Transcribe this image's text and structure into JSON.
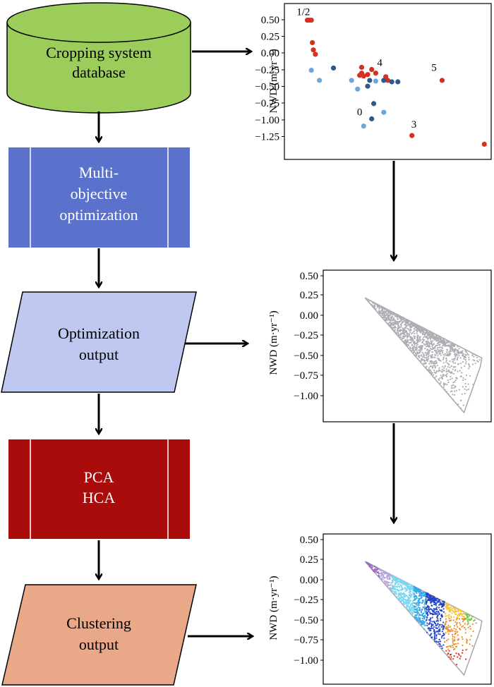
{
  "flowchart": {
    "database": {
      "line1": "Cropping system",
      "line2": "database",
      "fill": "#9ccc5a"
    },
    "optimization": {
      "line1": "Multi-",
      "line2": "objective",
      "line3": "optimization",
      "fill": "#5a72cc"
    },
    "opt_output": {
      "line1": "Optimization",
      "line2": "output",
      "fill": "#bfc8f0"
    },
    "pca_hca": {
      "line1": "PCA",
      "line2": "HCA",
      "fill": "#aa0c0c"
    },
    "clustering_output": {
      "line1": "Clustering",
      "line2": "output",
      "fill": "#e9a888"
    }
  },
  "chart_data": [
    {
      "type": "scatter",
      "ylabel": "NWD (m·yr⁻¹)",
      "yticks": [
        "0.50",
        "0.25",
        "0.00",
        "−0.25",
        "−0.50",
        "−0.75",
        "−1.00",
        "−1.25"
      ],
      "ylim": [
        -1.45,
        0.62
      ],
      "xlim": [
        0,
        100
      ],
      "annotations": [
        {
          "text": "1/2",
          "x": 8,
          "y": 0.5
        },
        {
          "text": "4",
          "x": 46,
          "y": -0.2
        },
        {
          "text": "5",
          "x": 73,
          "y": -0.27
        },
        {
          "text": "0",
          "x": 36,
          "y": -0.88
        },
        {
          "text": "3",
          "x": 63,
          "y": -1.05
        }
      ],
      "series": [
        {
          "color": "#d7301f",
          "points": [
            [
              10,
              0.43
            ],
            [
              11,
              0.43
            ],
            [
              12,
              0.43
            ],
            [
              12.5,
              0.12
            ],
            [
              13,
              0.02
            ],
            [
              14,
              -0.04
            ],
            [
              37,
              -0.22
            ],
            [
              37,
              -0.3
            ],
            [
              36,
              -0.33
            ],
            [
              38,
              -0.34
            ],
            [
              40,
              -0.32
            ],
            [
              42,
              -0.25
            ],
            [
              44,
              -0.3
            ],
            [
              49,
              -0.35
            ],
            [
              50,
              -0.4
            ],
            [
              62,
              -1.16
            ],
            [
              77,
              -0.4
            ],
            [
              98,
              -1.28
            ]
          ]
        },
        {
          "color": "#2c5a8a",
          "points": [
            [
              23,
              -0.23
            ],
            [
              40,
              -0.48
            ],
            [
              41,
              -0.4
            ],
            [
              43,
              -0.72
            ],
            [
              42,
              -0.93
            ],
            [
              48,
              -0.4
            ],
            [
              52,
              -0.42
            ],
            [
              55,
              -0.42
            ]
          ]
        },
        {
          "color": "#6aa8dc",
          "points": [
            [
              12,
              -0.26
            ],
            [
              16,
              -0.4
            ],
            [
              32,
              -0.4
            ],
            [
              35,
              -0.52
            ],
            [
              44,
              -0.41
            ],
            [
              48,
              -0.84
            ],
            [
              38,
              -1.03
            ]
          ]
        }
      ]
    },
    {
      "type": "scatter",
      "ylabel": "NWD (m·yr⁻¹)",
      "yticks": [
        "0.50",
        "0.25",
        "0.00",
        "−0.25",
        "−0.50",
        "−0.75",
        "−1.00"
      ],
      "ylim": [
        -1.2,
        0.62
      ],
      "xlim": [
        0,
        100
      ],
      "hull": [
        [
          24,
          0.31
        ],
        [
          96,
          -0.44
        ],
        [
          95,
          -0.55
        ],
        [
          85,
          -1.12
        ]
      ],
      "point_color": "#b0acb3"
    },
    {
      "type": "scatter",
      "ylabel": "NWD (m·yr⁻¹)",
      "yticks": [
        "0.50",
        "0.25",
        "0.00",
        "−0.25",
        "−0.50",
        "−0.75",
        "−1.00"
      ],
      "ylim": [
        -1.2,
        0.62
      ],
      "xlim": [
        0,
        100
      ],
      "hull": [
        [
          24,
          0.31
        ],
        [
          96,
          -0.44
        ],
        [
          95,
          -0.55
        ],
        [
          85,
          -1.12
        ]
      ],
      "cluster_colors": [
        "#9a6fc4",
        "#b9a3dc",
        "#7ad7f0",
        "#35a9e6",
        "#2545c8",
        "#ee8a22",
        "#f5c542",
        "#6cc93a",
        "#e0301c"
      ]
    }
  ]
}
